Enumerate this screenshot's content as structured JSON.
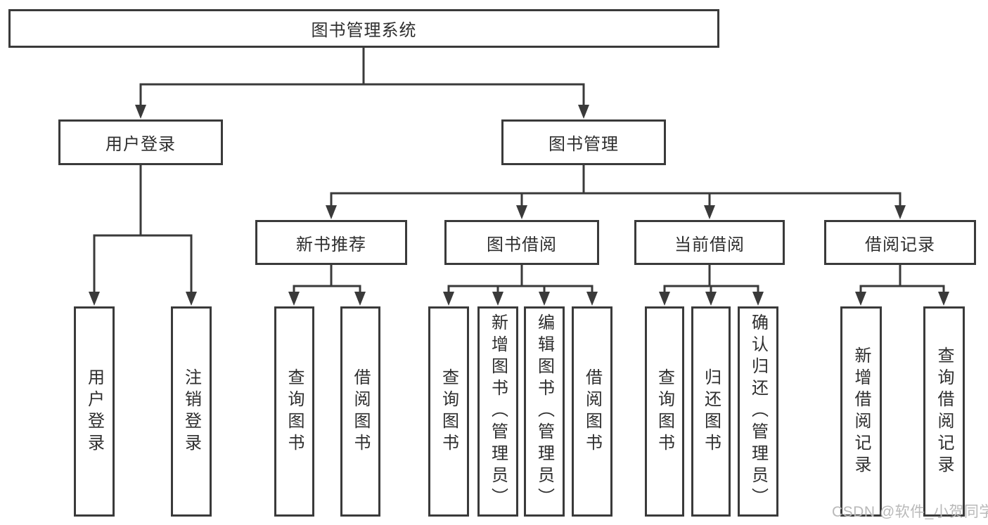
{
  "diagram": {
    "title": "图书管理系统",
    "colors": {
      "line": "#3a3a3a",
      "text": "#2e2e2e",
      "background": "#ffffff",
      "watermark_color": "#b9b9b9"
    },
    "nodes": {
      "root": "图书管理系统",
      "user_login": "用户登录",
      "book_management": "图书管理",
      "new_book_recommendation": "新书推荐",
      "book_borrowing": "图书借阅",
      "current_borrowing": "当前借阅",
      "borrowing_records": "借阅记录",
      "leaf_user_login": "用户登录",
      "leaf_logout_login": "注销登录",
      "leaf_query_books_recommend": "查询图书",
      "leaf_borrow_books_recommend": "借阅图书",
      "leaf_query_books_borrow": "查询图书",
      "leaf_add_book_admin": "新增图书（管理员）",
      "leaf_edit_book_admin": "编辑图书（管理员）",
      "leaf_borrow_books": "借阅图书",
      "leaf_query_books_current": "查询图书",
      "leaf_return_books": "归还图书",
      "leaf_confirm_return_admin": "确认归还（管理员）",
      "leaf_add_borrow_record": "新增借阅记录",
      "leaf_query_borrow_record": "查询借阅记录"
    },
    "edges": [
      {
        "parent": "root",
        "children": [
          "user_login",
          "book_management"
        ]
      },
      {
        "parent": "user_login",
        "children": [
          "leaf_user_login",
          "leaf_logout_login"
        ]
      },
      {
        "parent": "book_management",
        "children": [
          "new_book_recommendation",
          "book_borrowing",
          "current_borrowing",
          "borrowing_records"
        ]
      },
      {
        "parent": "new_book_recommendation",
        "children": [
          "leaf_query_books_recommend",
          "leaf_borrow_books_recommend"
        ]
      },
      {
        "parent": "book_borrowing",
        "children": [
          "leaf_query_books_borrow",
          "leaf_add_book_admin",
          "leaf_edit_book_admin",
          "leaf_borrow_books"
        ]
      },
      {
        "parent": "current_borrowing",
        "children": [
          "leaf_query_books_current",
          "leaf_return_books",
          "leaf_confirm_return_admin"
        ]
      },
      {
        "parent": "borrowing_records",
        "children": [
          "leaf_add_borrow_record",
          "leaf_query_borrow_record"
        ]
      }
    ],
    "watermark": "CSDN @软件_小贺同学"
  }
}
